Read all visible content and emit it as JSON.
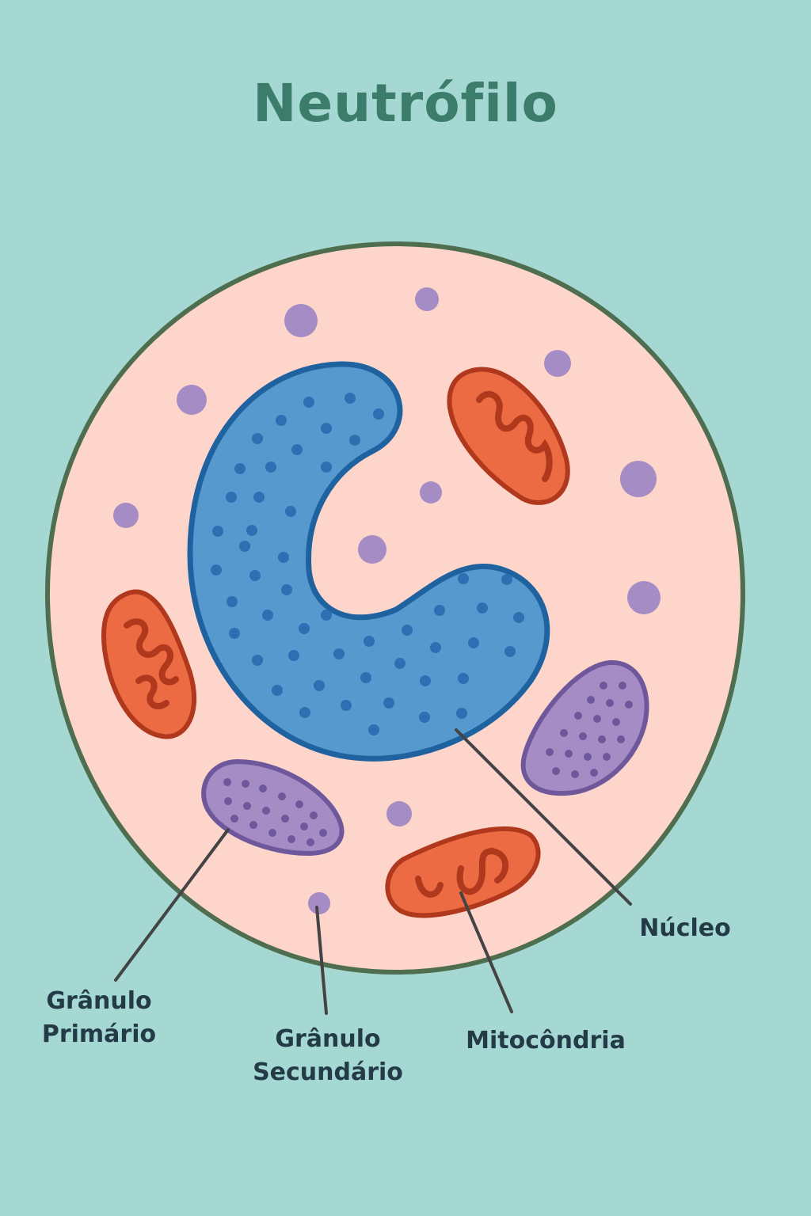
{
  "title": "Neutrófilo",
  "labels": {
    "nucleus": "Núcleo",
    "mitochondria": "Mitocôndria",
    "primary_granule": [
      "Grânulo",
      "Primário"
    ],
    "secondary_granule": [
      "Grânulo",
      "Secundário"
    ]
  },
  "colors": {
    "background": "#a6d8d3",
    "title": "#3b7c6a",
    "membrane": "#4e6e4f",
    "cytoplasm": "#fdd5cb",
    "nucleus_fill": "#5699cf",
    "nucleus_outline": "#1e63a0",
    "mitochondria_fill": "#ec6b43",
    "mitochondria_outline": "#b0381d",
    "granule_fill": "#a58cc4",
    "granule_outline": "#6e589b",
    "label_text": "#233a47",
    "leader_line": "#444444"
  }
}
